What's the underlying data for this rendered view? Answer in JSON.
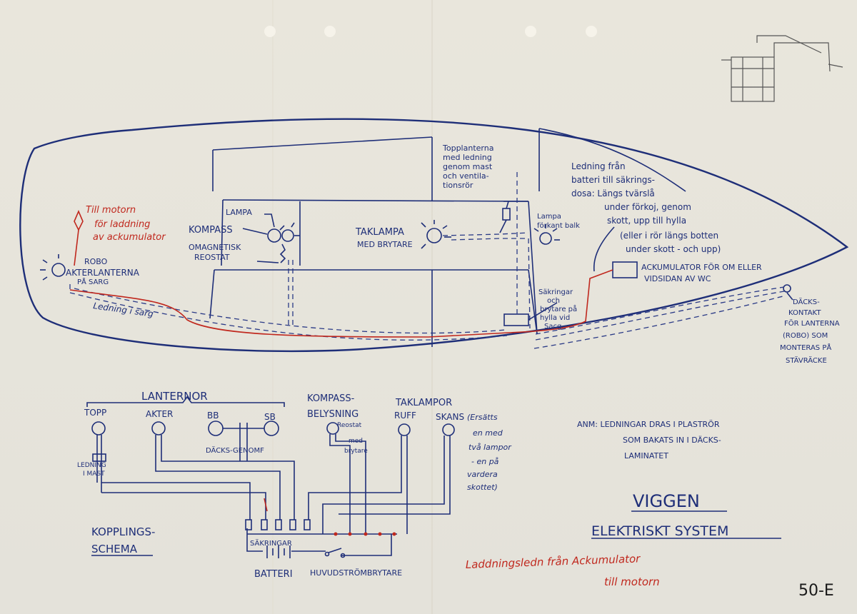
{
  "title": "VIGGEN",
  "subtitle": "ELEKTRISKT SYSTEM",
  "sheet_number": "50-E",
  "hull_labels": {
    "lampa": "LAMPA",
    "kompass": "KOMPASS",
    "omagnetisk_1": "OMAGNETISK",
    "omagnetisk_2": "REOSTAT",
    "taklampa_1": "TAKLAMPA",
    "taklampa_2": "MED BRYTARE",
    "topplanterna": [
      "Topplanterna",
      "med ledning",
      "genom mast",
      "och ventila-",
      "tionsrör"
    ],
    "lampa_forkant": [
      "Lampa",
      "förkant balk"
    ],
    "ledning_fran": [
      "Ledning från",
      "batteri till säkrings-",
      "dosa: Längs tvärslå",
      "under förkoj, genom",
      "skott, upp till hylla",
      "(eller i rör längs botten",
      "under skott - och upp)"
    ],
    "ackumulator_1": "ACKUMULATOR FÖR OM ELLER",
    "ackumulator_2": "VIDSIDAN AV WC",
    "sakringar": [
      "Säkringar",
      "och",
      "brytare på",
      "hylla vid",
      "Sacg"
    ],
    "robo": "ROBO",
    "akterlanterna": "AKTERLANTERNA",
    "pa_sarg": "PÅ SARG",
    "ledning_i_sarg": "Ledning i sarg",
    "dackskontakt": [
      "DÄCKS-",
      "KONTAKT",
      "FÖR LANTERNA",
      "(ROBO) SOM",
      "MONTERAS PÅ",
      "STÄVRÄCKE"
    ]
  },
  "red_notes": {
    "till_motor": [
      "Till motorn",
      "för laddning",
      "av ackumulator"
    ],
    "laddning_bottom": [
      "Laddningsledn från Ackumulator",
      "till motorn"
    ]
  },
  "schema_labels": {
    "lanternor": "LANTERNOR",
    "topp": "TOPP",
    "akter": "AKTER",
    "bb": "BB",
    "sb": "SB",
    "kompass_belysning_1": "KOMPASS-",
    "kompass_belysning_2": "BELYSNING",
    "taklampor": "TAKLAMPOR",
    "ruff": "RUFF",
    "skans": "SKANS",
    "reostat": [
      "Reostat",
      "med",
      "brytare"
    ],
    "ersatts": [
      "(Ersätts",
      "en med",
      "två lampor",
      "- en på",
      "vardera",
      "skottet)"
    ],
    "ledning_mast": [
      "LEDNING",
      "I MAST"
    ],
    "dacksgenomf": "DÄCKS-GENOMF",
    "sakringar": "SÄKRINGAR",
    "batteri": "BATTERI",
    "huvudstrombrytare": "HUVUDSTRÖMBRYTARE",
    "kopplings_1": "KOPPLINGS-",
    "kopplings_2": "SCHEMA",
    "anm": [
      "ANM: LEDNINGAR DRAS I PLASTRÖR",
      "SOM BAKATS IN I DÄCKS-",
      "LAMINATET"
    ]
  },
  "colors": {
    "ink": "#1e2e78",
    "red_ink": "#c0281e",
    "paper": "#e9e6dc"
  }
}
